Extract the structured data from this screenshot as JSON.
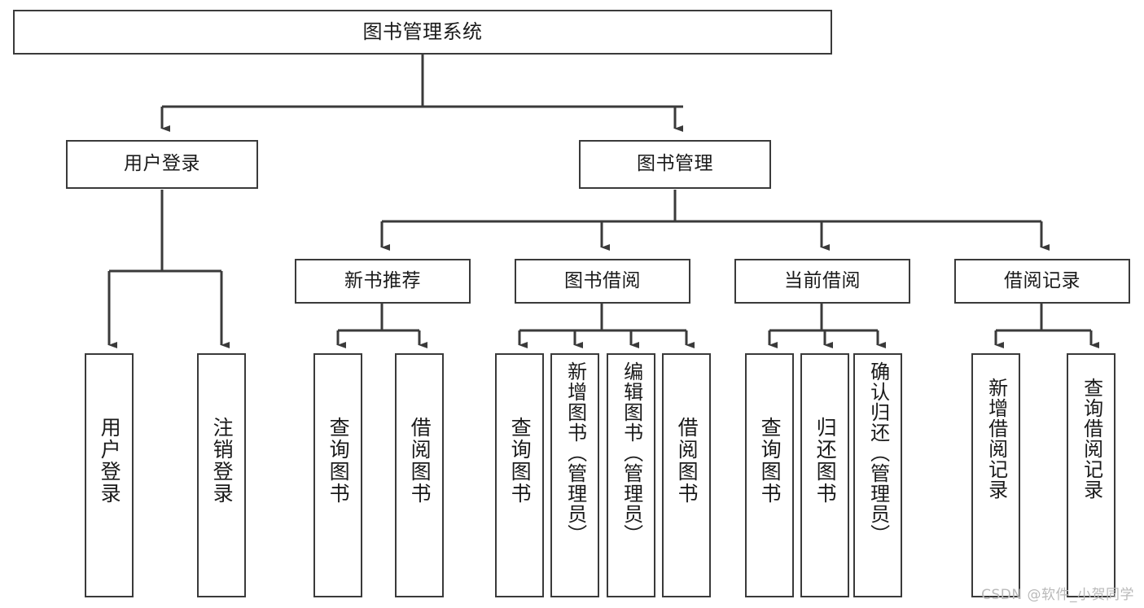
{
  "diagram": {
    "title": "图书管理系统",
    "watermark": "CSDN @软件_小贺同学",
    "line_color": "#3a3a3a",
    "box_fill": "#ffffff",
    "text_color": "#1a1a1a",
    "watermark_color": "#b9b9b9"
  },
  "nodes": {
    "root": {
      "label": "图书管理系统"
    },
    "level2": [
      {
        "label": "用户登录"
      },
      {
        "label": "图书管理"
      }
    ],
    "level3": [
      {
        "label": "新书推荐"
      },
      {
        "label": "图书借阅"
      },
      {
        "label": "当前借阅"
      },
      {
        "label": "借阅记录"
      }
    ],
    "leaves": {
      "user_login": [
        {
          "label": "用户登录"
        },
        {
          "label": "注销登录"
        }
      ],
      "new_book_recommend": [
        {
          "label": "查询图书"
        },
        {
          "label": "借阅图书"
        }
      ],
      "book_borrow": [
        {
          "label": "查询图书"
        },
        {
          "label": "新增图书（管理员）"
        },
        {
          "label": "编辑图书（管理员）"
        },
        {
          "label": "借阅图书"
        }
      ],
      "current_borrow": [
        {
          "label": "查询图书"
        },
        {
          "label": "归还图书"
        },
        {
          "label": "确认归还（管理员）"
        }
      ],
      "borrow_record": [
        {
          "label": "新增借阅记录"
        },
        {
          "label": "查询借阅记录"
        }
      ]
    }
  }
}
